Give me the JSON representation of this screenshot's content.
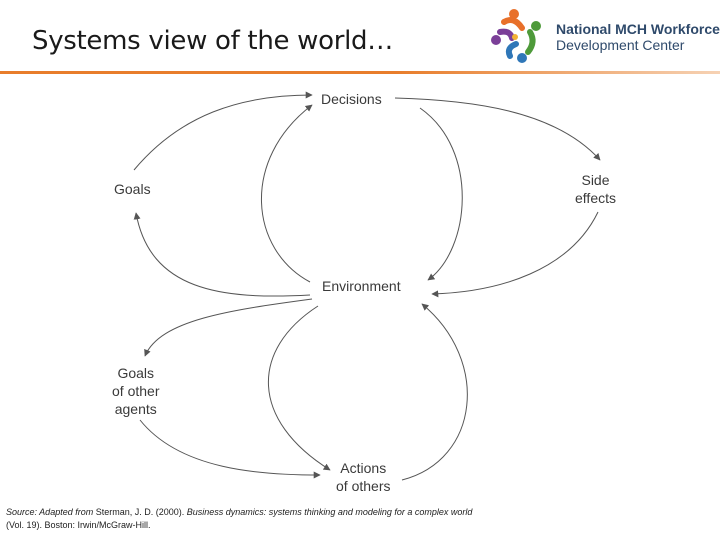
{
  "title": "Systems view of the world…",
  "logo": {
    "line1_prefix": "National ",
    "line1_mch": "MCH",
    "line1_suffix": " Workforce",
    "line2": "Development Center",
    "colors": [
      "#e8702a",
      "#4e9a3a",
      "#2f77b8",
      "#7b3f98",
      "#f2b134"
    ]
  },
  "colors": {
    "accent_rule": "#e87d2b",
    "arrow": "#555555",
    "brand_text": "#2f4a6b"
  },
  "nodes": {
    "decisions": "Decisions",
    "side_effects": [
      "Side",
      "effects"
    ],
    "goals": "Goals",
    "environment": "Environment",
    "goals_other": [
      "Goals",
      "of other",
      "agents"
    ],
    "actions_others": [
      "Actions",
      "of others"
    ]
  },
  "source": {
    "prefix": "Source: Adapted from ",
    "citation_author": "Sterman, J. D. (2000). ",
    "book_title": "Business dynamics: systems thinking and modeling for a complex world",
    "rest": " (Vol. 19). Boston: Irwin/McGraw-Hill."
  }
}
